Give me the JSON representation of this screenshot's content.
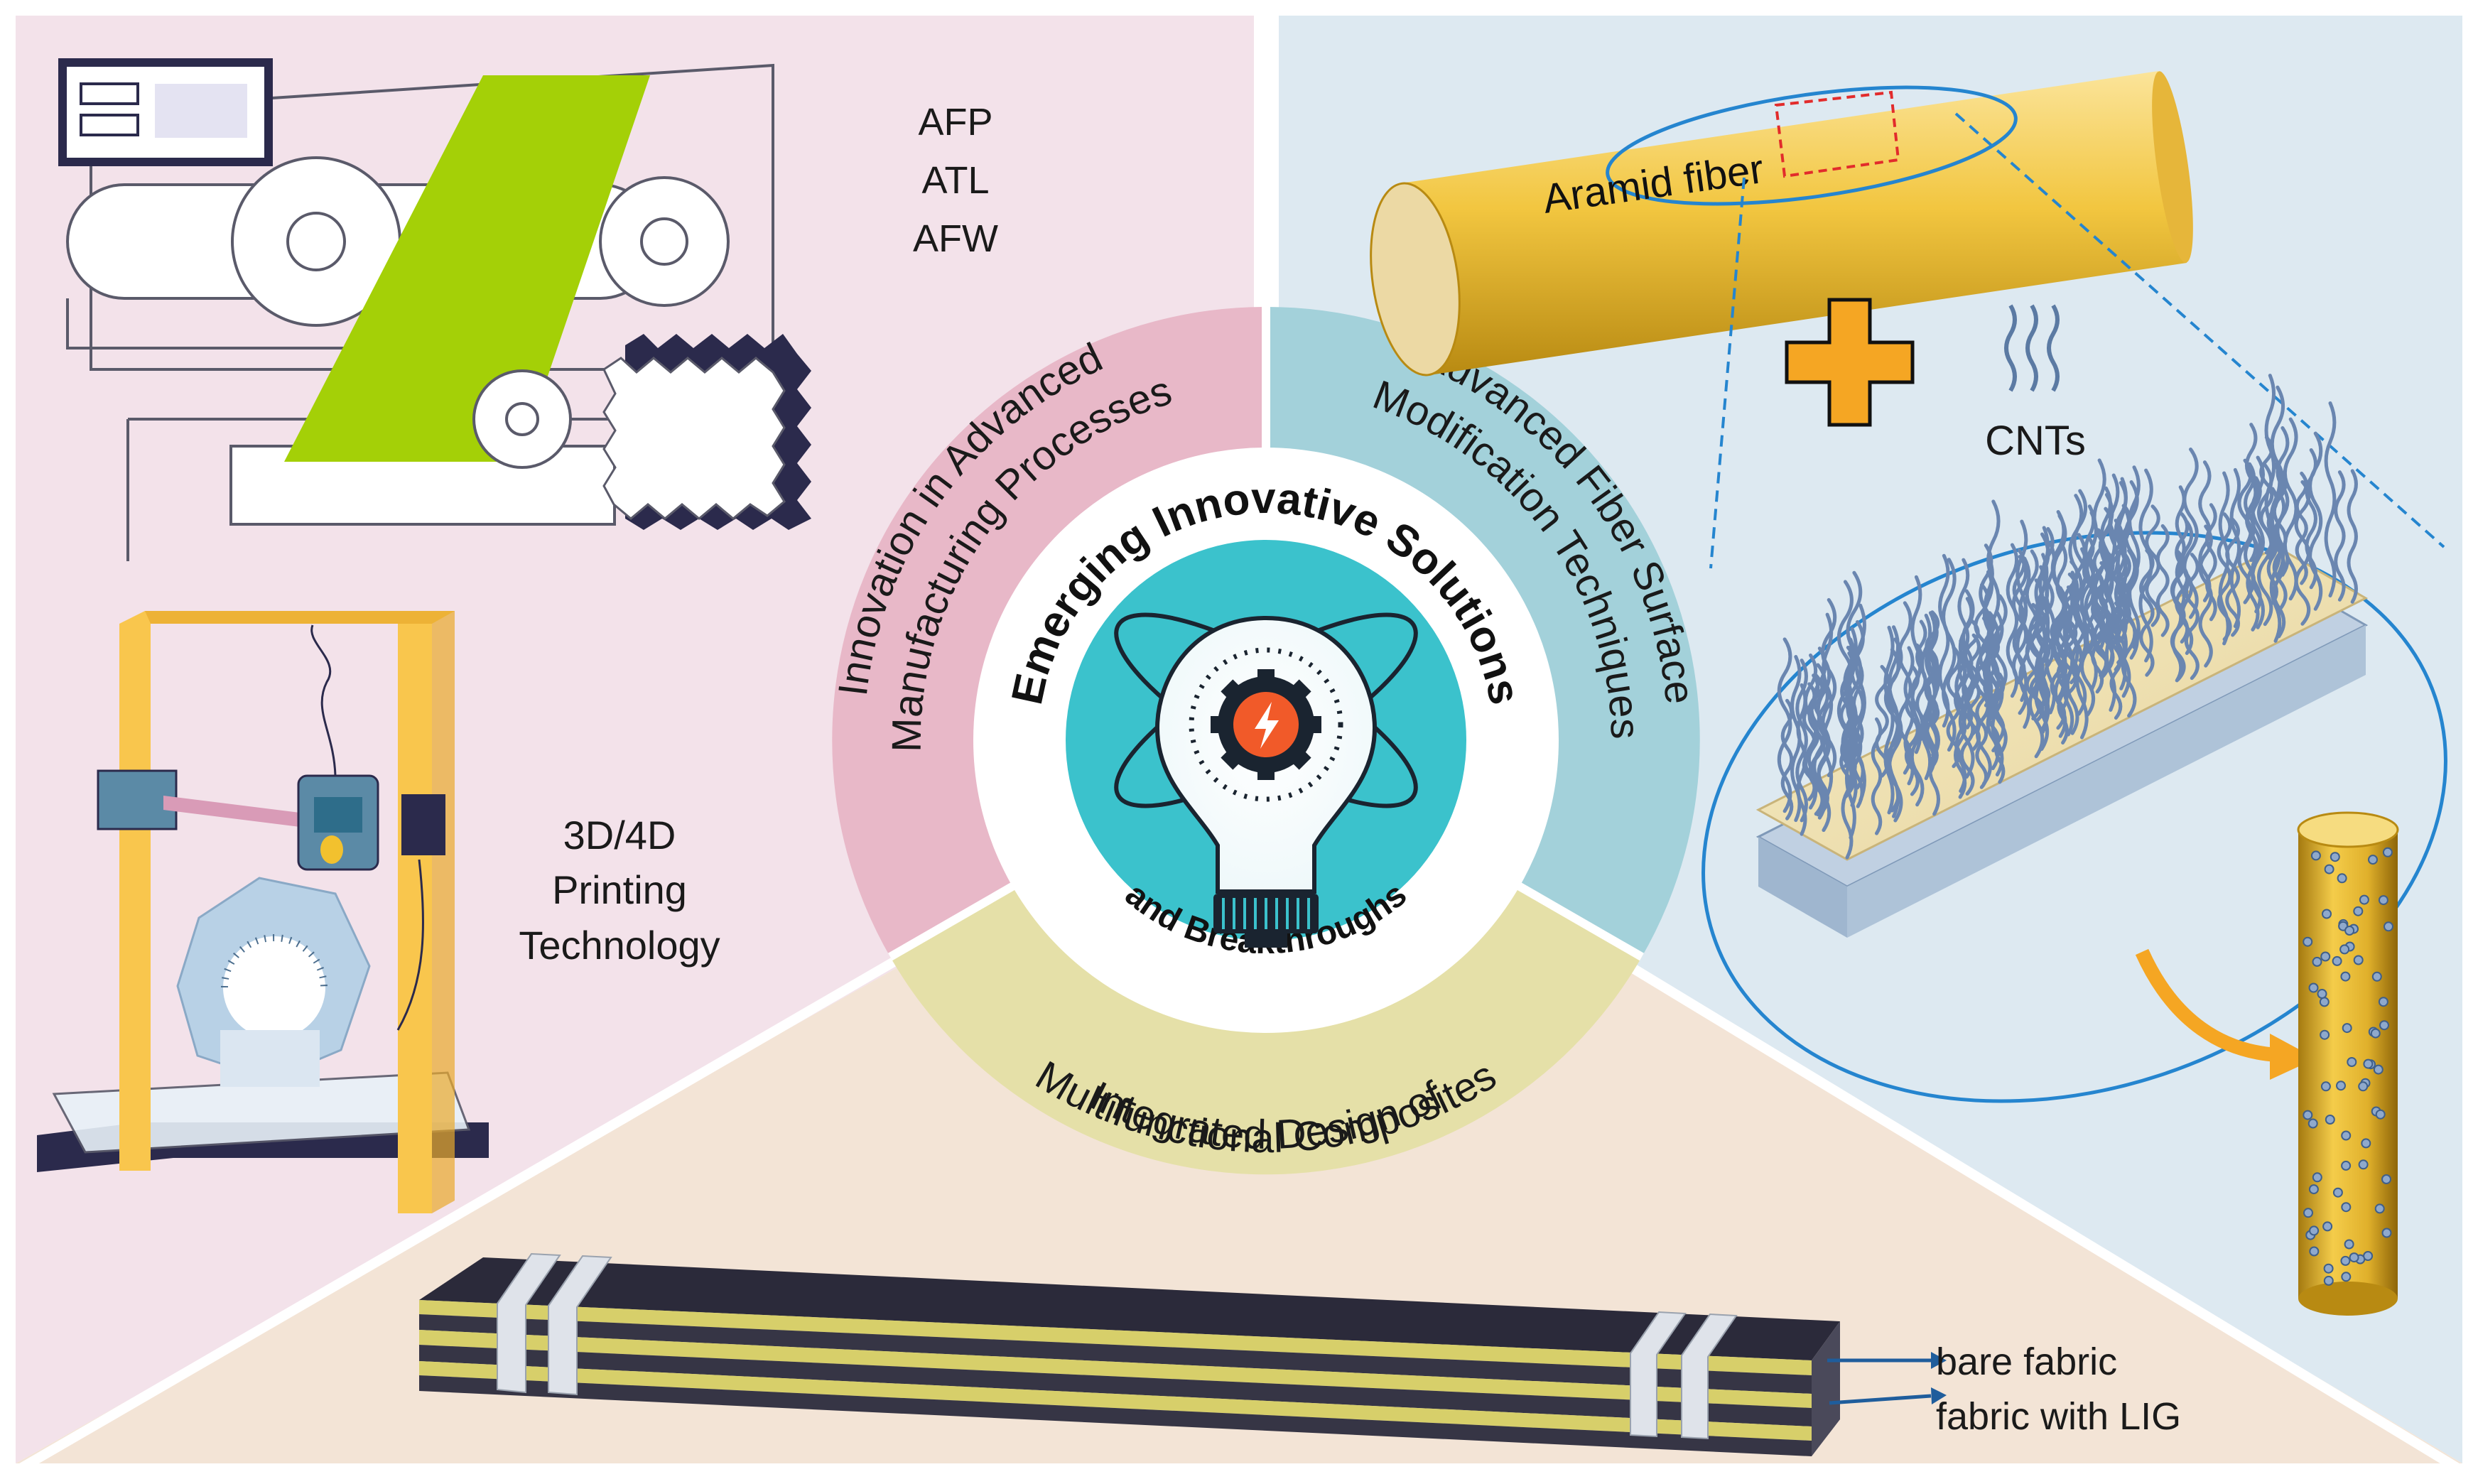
{
  "center": {
    "title_top": "Emerging Innovative Solutions",
    "title_bottom": "and Breakthroughs"
  },
  "ring": {
    "left": [
      "Innovation in Advanced",
      "Manufacturing Processes"
    ],
    "right": [
      "Advanced Fiber Surface",
      "Modification Techniques"
    ],
    "bottom": [
      "Integrated Design of",
      "Multifunctional Composites"
    ]
  },
  "panel_manufacturing": {
    "processes": [
      "AFP",
      "ATL",
      "AFW"
    ],
    "printing": [
      "3D/4D",
      "Printing",
      "Technology"
    ]
  },
  "panel_fiber": {
    "fiber_label": "Aramid fiber",
    "cnt_label": "CNTs"
  },
  "panel_composite": {
    "layer_labels": [
      "bare fabric",
      "fabric with LIG"
    ]
  },
  "colors": {
    "left_bg": "#f3e2ea",
    "right_bg": "#dde9f1",
    "bottom_bg": "#f3e4d6",
    "ring_left": "#e8b8c8",
    "ring_right": "#a3d1da",
    "ring_bottom": "#e5e0a8",
    "center_teal": "#3bc2cc",
    "tape_green": "#a4d007",
    "fiber_gold": "#f2c640",
    "accent_orange": "#f5a623",
    "frame_yellow": "#f9c64d",
    "outline_blue": "#2585cf"
  }
}
